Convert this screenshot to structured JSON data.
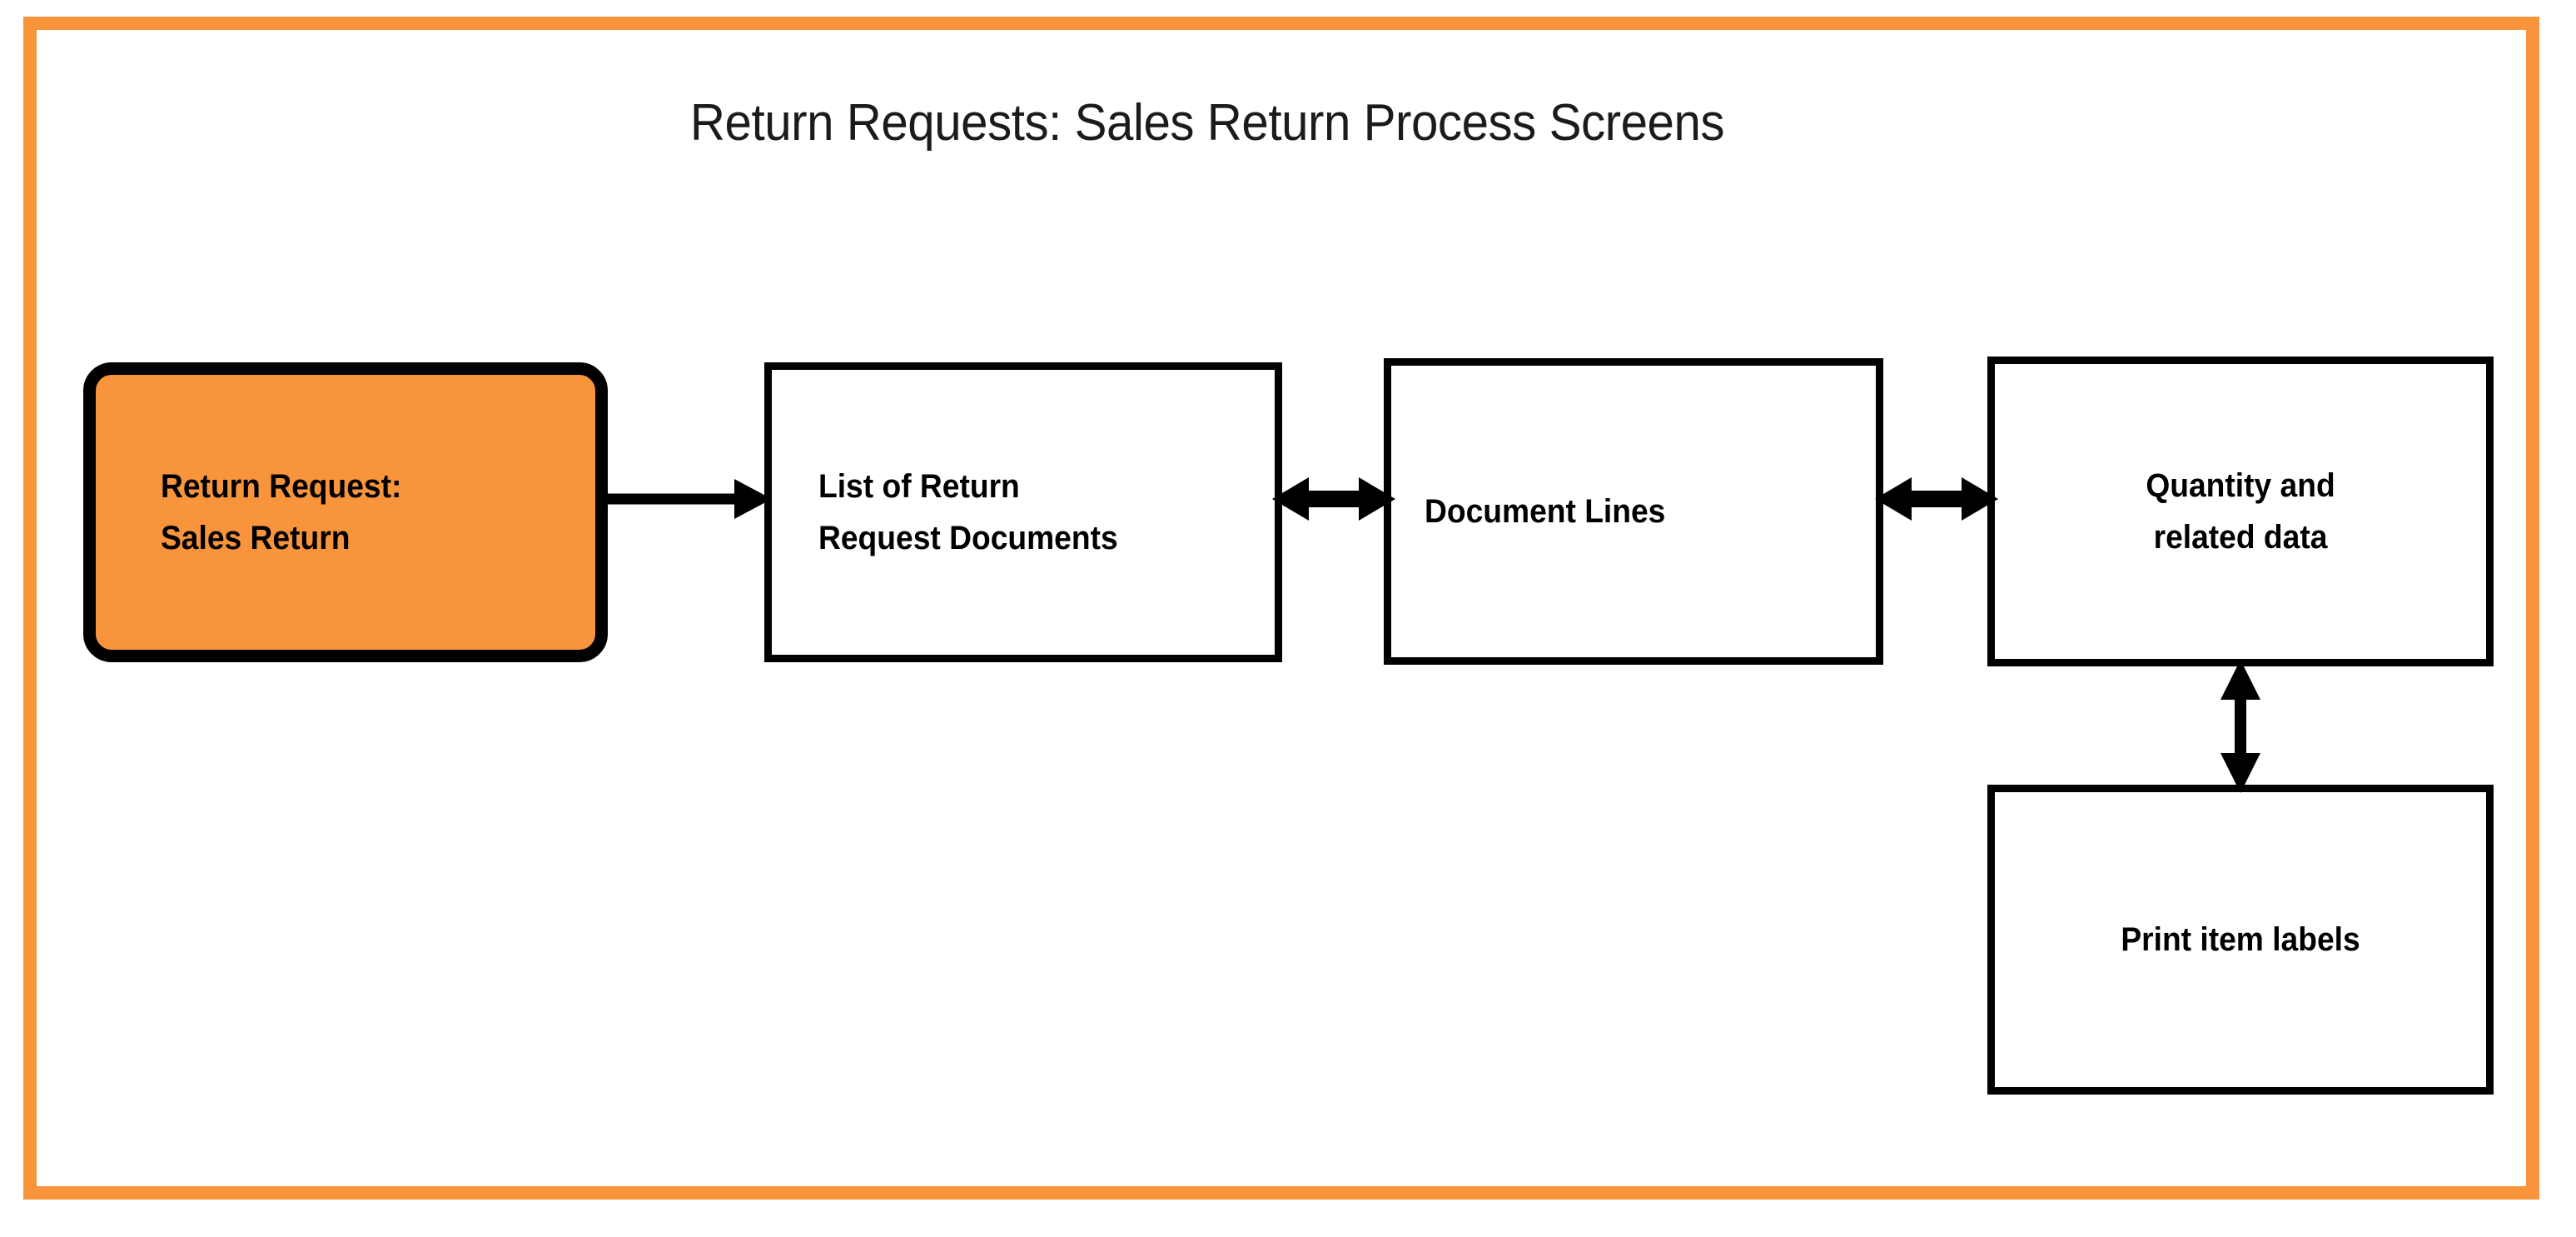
{
  "page": {
    "title": "Return Requests: Sales Return Process Screens",
    "frame_color": "#F8943C",
    "background_color": "#FFFFFF",
    "node_border_color": "#000000",
    "text_color": "#000000"
  },
  "diagram": {
    "type": "flowchart",
    "nodes": [
      {
        "id": "start",
        "label": "Return Request:\nSales Return",
        "shape": "rounded-rectangle",
        "fill": "#F8943C",
        "emphasis": "highlighted-start-node",
        "text_align": "left"
      },
      {
        "id": "list",
        "label": "List of Return\nRequest Documents",
        "shape": "rectangle",
        "fill": "#FFFFFF",
        "emphasis": "normal",
        "text_align": "left"
      },
      {
        "id": "doclines",
        "label": "Document Lines",
        "shape": "rectangle",
        "fill": "#FFFFFF",
        "emphasis": "normal",
        "text_align": "left"
      },
      {
        "id": "quantity",
        "label": "Quantity and\nrelated data",
        "shape": "rectangle",
        "fill": "#FFFFFF",
        "emphasis": "normal",
        "text_align": "center"
      },
      {
        "id": "print",
        "label": "Print item labels",
        "shape": "rectangle",
        "fill": "#FFFFFF",
        "emphasis": "normal",
        "text_align": "center"
      }
    ],
    "edges": [
      {
        "id": "start-to-list",
        "from": "start",
        "to": "list",
        "direction": "forward",
        "orientation": "horizontal"
      },
      {
        "id": "list-to-doclines",
        "from": "list",
        "to": "doclines",
        "direction": "bidirectional",
        "orientation": "horizontal"
      },
      {
        "id": "doclines-to-quantity",
        "from": "doclines",
        "to": "quantity",
        "direction": "bidirectional",
        "orientation": "horizontal"
      },
      {
        "id": "quantity-to-print",
        "from": "quantity",
        "to": "print",
        "direction": "bidirectional",
        "orientation": "vertical"
      }
    ]
  }
}
